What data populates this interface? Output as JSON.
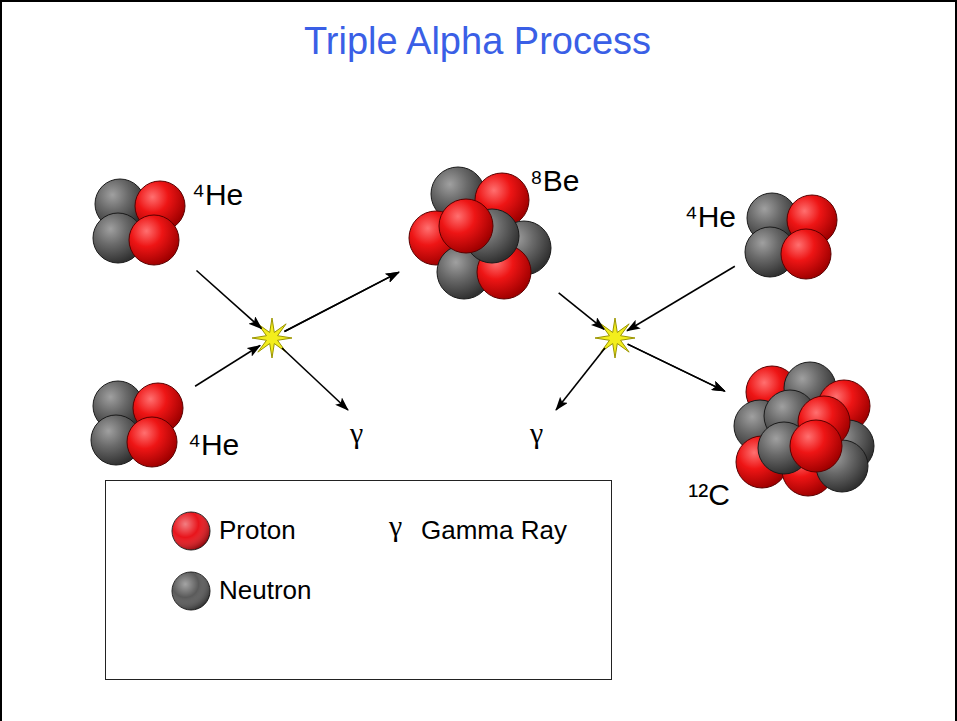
{
  "diagram": {
    "title": "Triple Alpha Process",
    "nodes": [
      {
        "text": [
          "⁴He"
        ]
      },
      {
        "text": [
          "⁴He"
        ]
      },
      {
        "text": [
          "⁸Be"
        ]
      },
      {
        "text": [
          "⁴He"
        ]
      },
      {
        "text": [
          "¹²C"
        ]
      }
    ],
    "edges": [
      {
        "from": 0,
        "to": 2,
        "arrow": "to"
      },
      {
        "from": 1,
        "to": 2,
        "arrow": "to"
      },
      {
        "from": 2,
        "to": 4,
        "arrow": "to"
      },
      {
        "from": 3,
        "to": 4,
        "arrow": "to"
      }
    ],
    "labels": [
      "γ",
      "γ",
      "γ"
    ],
    "legend": [
      {
        "text": "Proton",
        "color": "#e8141b"
      },
      {
        "text": "Neutron",
        "color": "#5a5a5a"
      },
      {
        "text": "Gamma Ray"
      }
    ]
  }
}
